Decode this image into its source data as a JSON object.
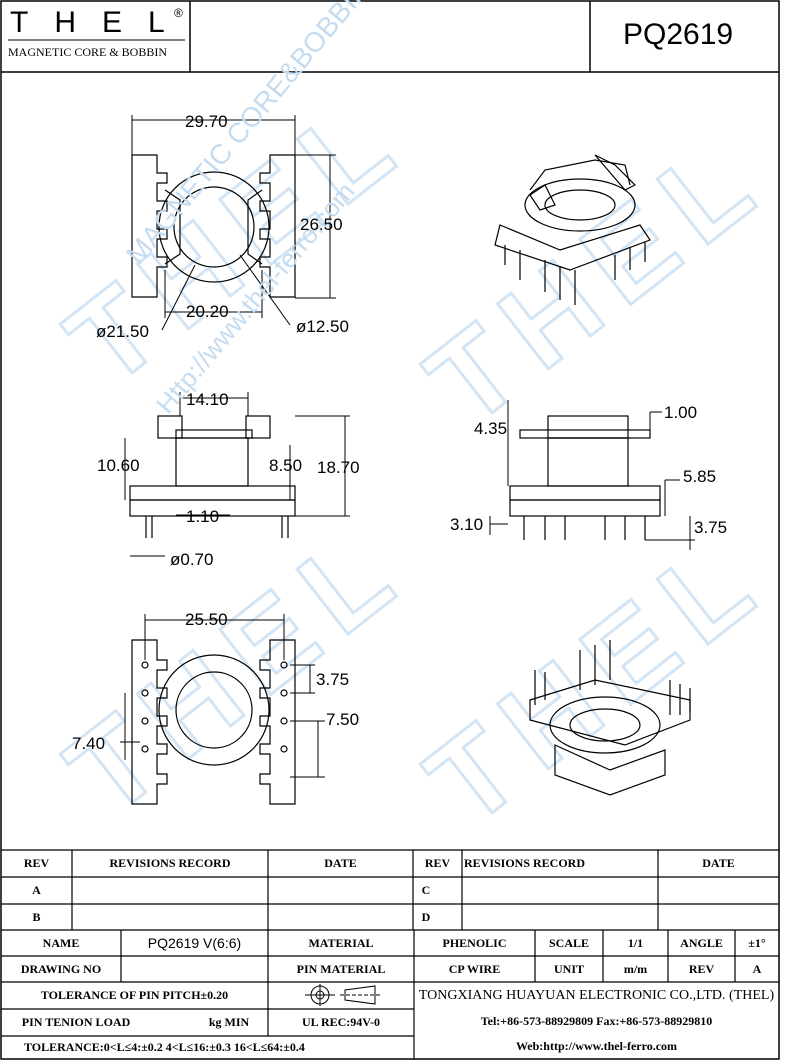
{
  "logo": {
    "brand": "THEL",
    "registered": "®",
    "tagline": "MAGNETIC CORE & BOBBIN"
  },
  "part_no": "PQ2619",
  "watermark": {
    "brand": "THEL",
    "line1": "MAGNETIC CORE&BOBBIN",
    "line2": "Http://www.thel-ferro.com"
  },
  "dims": {
    "top_width": "29.70",
    "top_height": "26.50",
    "top_inner": "20.20",
    "top_od": "ø21.50",
    "top_id": "ø12.50",
    "side_flange": "14.10",
    "side_h1": "10.60",
    "side_h2": "8.50",
    "side_total": "18.70",
    "side_pin_dist": "1.10",
    "side_pin_dia": "ø0.70",
    "front_top": "4.35",
    "front_flange_thk": "1.00",
    "front_h": "5.85",
    "front_pin": "3.10",
    "front_pin2": "3.75",
    "bot_width": "25.50",
    "bot_pitch": "3.75",
    "bot_row": "7.50",
    "bot_left": "7.40"
  },
  "rev_table": {
    "headers": [
      "REV",
      "REVISIONS RECORD",
      "DATE",
      "REV",
      "REVISIONS RECORD",
      "DATE"
    ],
    "left_revs": [
      "A",
      "B"
    ],
    "right_revs": [
      "C",
      "D"
    ]
  },
  "title_block": {
    "name_label": "NAME",
    "name_value": "PQ2619 V(6:6)",
    "material_label": "MATERIAL",
    "material_value": "PHENOLIC",
    "scale_label": "SCALE",
    "scale_value": "1/1",
    "angle_label": "ANGLE",
    "angle_value": "±1°",
    "drawing_no_label": "DRAWING NO",
    "pin_material_label": "PIN MATERIAL",
    "pin_material_value": "CP WIRE",
    "unit_label": "UNIT",
    "unit_value": "m/m",
    "rev_label": "REV",
    "rev_value": "A",
    "tol_pitch": "TOLERANCE OF PIN PITCH±0.20",
    "pin_tension_label": "PIN TENION LOAD",
    "pin_tension_unit": "kg MIN",
    "ul": "UL REC:94V-0",
    "company": "TONGXIANG HUAYUAN ELECTRONIC CO.,LTD.  (THEL)",
    "contact": "Tel:+86-573-88929809 Fax:+86-573-88929810",
    "web": "Web:http://www.thel-ferro.com",
    "tolerance": "TOLERANCE:0<L≤4:±0.2  4<L≤16:±0.3  16<L≤64:±0.4"
  }
}
